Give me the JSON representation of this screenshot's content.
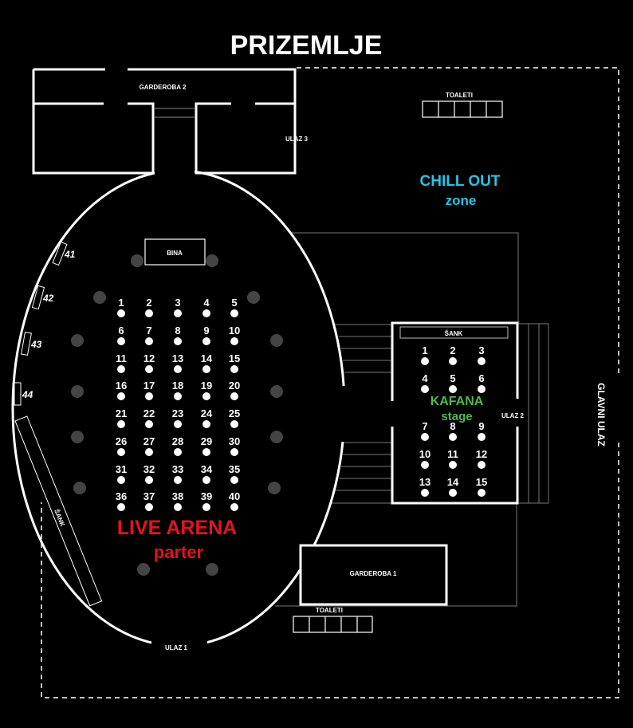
{
  "title": "PRIZEMLJE",
  "labels": {
    "garderoba2": "GARDEROBA 2",
    "garderoba1": "GARDEROBA 1",
    "ulaz1": "ULAZ 1",
    "ulaz2": "ULAZ 2",
    "ulaz3": "ULAZ 3",
    "glavni_ulaz": "GLAVNI ULAZ",
    "toaleti_top": "TOALETI",
    "toaleti_bottom": "TOALETI",
    "bina": "BINA",
    "sank_arena": "ŠANK",
    "sank_kafana": "ŠANK"
  },
  "zones": {
    "chill_out": {
      "line1": "CHILL OUT",
      "line2": "zone",
      "color": "#29c3e6"
    },
    "live_arena": {
      "line1": "LIVE ARENA",
      "line2": "parter",
      "color": "#e2141c"
    },
    "kafana": {
      "line1": "KAFANA",
      "line2": "stage",
      "color": "#4cbb4c"
    }
  },
  "arena_tables": [
    "1",
    "2",
    "3",
    "4",
    "5",
    "6",
    "7",
    "8",
    "9",
    "10",
    "11",
    "12",
    "13",
    "14",
    "15",
    "16",
    "17",
    "18",
    "19",
    "20",
    "21",
    "22",
    "23",
    "24",
    "25",
    "26",
    "27",
    "28",
    "29",
    "30",
    "31",
    "32",
    "33",
    "34",
    "35",
    "36",
    "37",
    "38",
    "39",
    "40"
  ],
  "booths": [
    "41",
    "42",
    "43",
    "44"
  ],
  "kafana_tables": [
    "1",
    "2",
    "3",
    "4",
    "5",
    "6",
    "7",
    "8",
    "9",
    "10",
    "11",
    "12",
    "13",
    "14",
    "15"
  ]
}
